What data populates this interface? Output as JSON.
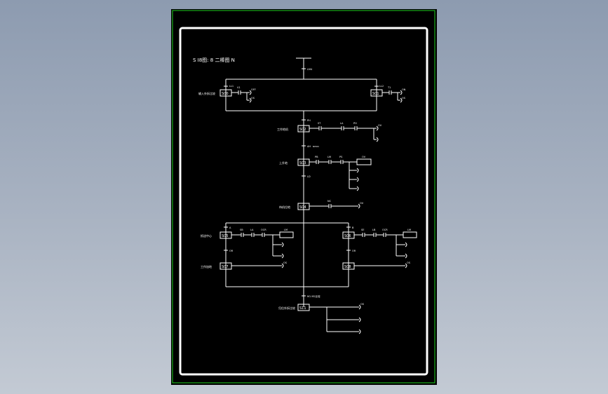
{
  "title": "S I8图: 8 二棒图 N",
  "bus_label": "LM4",
  "steps": [
    {
      "id": "s0",
      "box": "S00",
      "label": "输入外拆比较",
      "in": "LL1",
      "c1": "V1",
      "c2": "OFF",
      "coil": "OS"
    },
    {
      "id": "s1",
      "box": "S01",
      "label": "",
      "in": "LL2",
      "c1": "T1",
      "c2": "ON",
      "coil": "OS"
    },
    {
      "id": "s2",
      "box": "S02",
      "label": "工作地机",
      "in": "PH",
      "c1": "ST",
      "c2": "LA",
      "c3": "PH",
      "coil": "OV"
    },
    {
      "id": "s3",
      "box": "S03",
      "label": "上升地",
      "in": "AH",
      "t": "NPON",
      "c1": "PB",
      "c2": "LM",
      "c3": "PS",
      "coil": "OV"
    },
    {
      "id": "s4",
      "box": "S04",
      "label": "待机位地",
      "in": "LD",
      "c1": "NC",
      "coil": "OV"
    },
    {
      "id": "s5",
      "box": "S05",
      "label": "抓送中心",
      "in": "A",
      "c1": "SB",
      "c2": "LA",
      "c3": "OCR",
      "coil": "LM"
    },
    {
      "id": "s6",
      "box": "S06",
      "label": "",
      "in": "B",
      "c1": "SE",
      "c2": "LB",
      "c3": "OCR",
      "coil": "LM"
    },
    {
      "id": "s7",
      "box": "S07",
      "label": "工作加地",
      "in": "OR",
      "coil": "OS"
    },
    {
      "id": "s8",
      "box": "S08",
      "label": "",
      "in": "OR",
      "coil": "OS"
    },
    {
      "id": "s9",
      "box": "S11",
      "label": "归位外拆比较",
      "in": "M1 M2比较",
      "coil": "OS"
    }
  ]
}
